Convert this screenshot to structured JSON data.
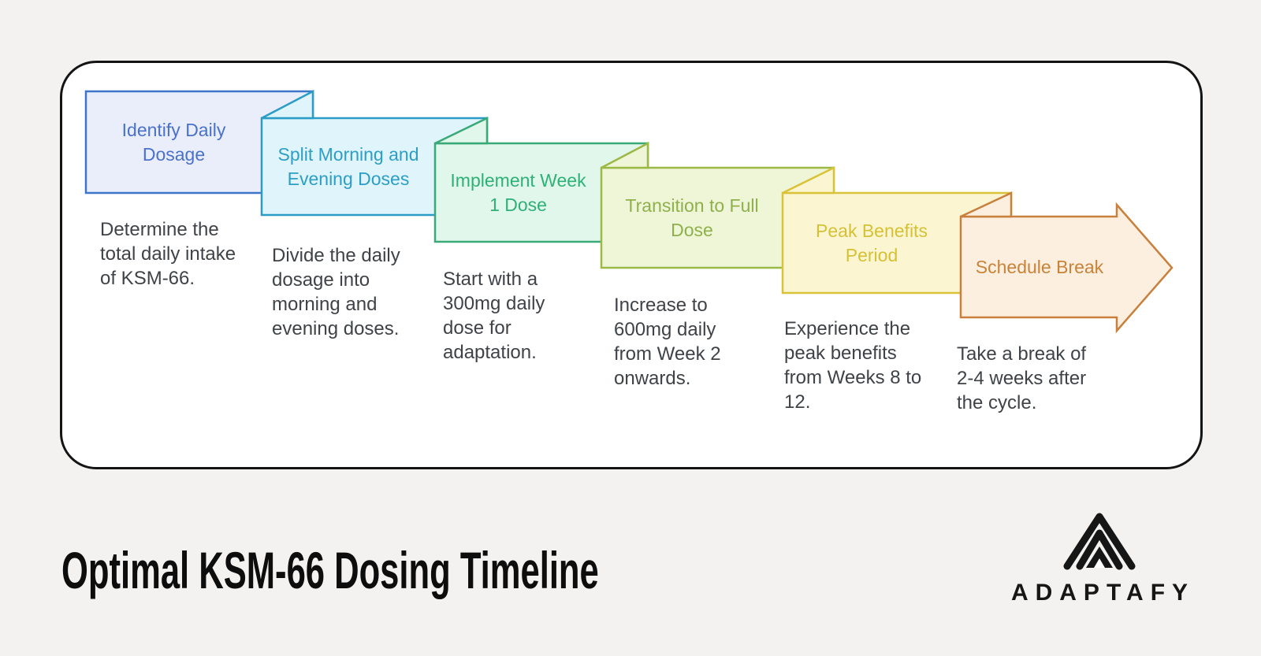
{
  "background_color": "#f4f2f0",
  "card": {
    "fill": "#ffffff",
    "border_color": "#141414"
  },
  "steps": [
    {
      "label": "Identify Daily Dosage",
      "description": "Determine the total daily intake of KSM-66.",
      "fill_color": "#e9eefa",
      "border_color": "#3d76c8",
      "label_color": "#4a71cc"
    },
    {
      "label": "Split Morning and Evening Doses",
      "description": "Divide the daily dosage into morning and evening doses.",
      "fill_color": "#e0f4fb",
      "border_color": "#2b9cc5",
      "label_color": "#2d9ec6"
    },
    {
      "label": "Implement Week 1 Dose",
      "description": "Start with a 300mg daily dose for adaptation.",
      "fill_color": "#e2f7eb",
      "border_color": "#38a977",
      "label_color": "#2eb176"
    },
    {
      "label": "Transition to Full Dose",
      "description": "Increase to 600mg daily from Week 2 onwards.",
      "fill_color": "#eff6d8",
      "border_color": "#9cb845",
      "label_color": "#8fb04a"
    },
    {
      "label": "Peak Benefits Period",
      "description": "Experience the peak benefits from Weeks 8 to 12.",
      "fill_color": "#fbf6d1",
      "border_color": "#d9c33a",
      "label_color": "#d6c135"
    },
    {
      "label": "Schedule Break",
      "description": "Take a break of 2-4 weeks after the cycle.",
      "fill_color": "#fcefe0",
      "border_color": "#c8803c",
      "label_color": "#c98339"
    }
  ],
  "footer": {
    "title": "Optimal KSM-66 Dosing Timeline",
    "brand_name": "ADAPTAFY",
    "brand_icon": "mountain-chevrons-icon",
    "brand_color": "#161616"
  }
}
